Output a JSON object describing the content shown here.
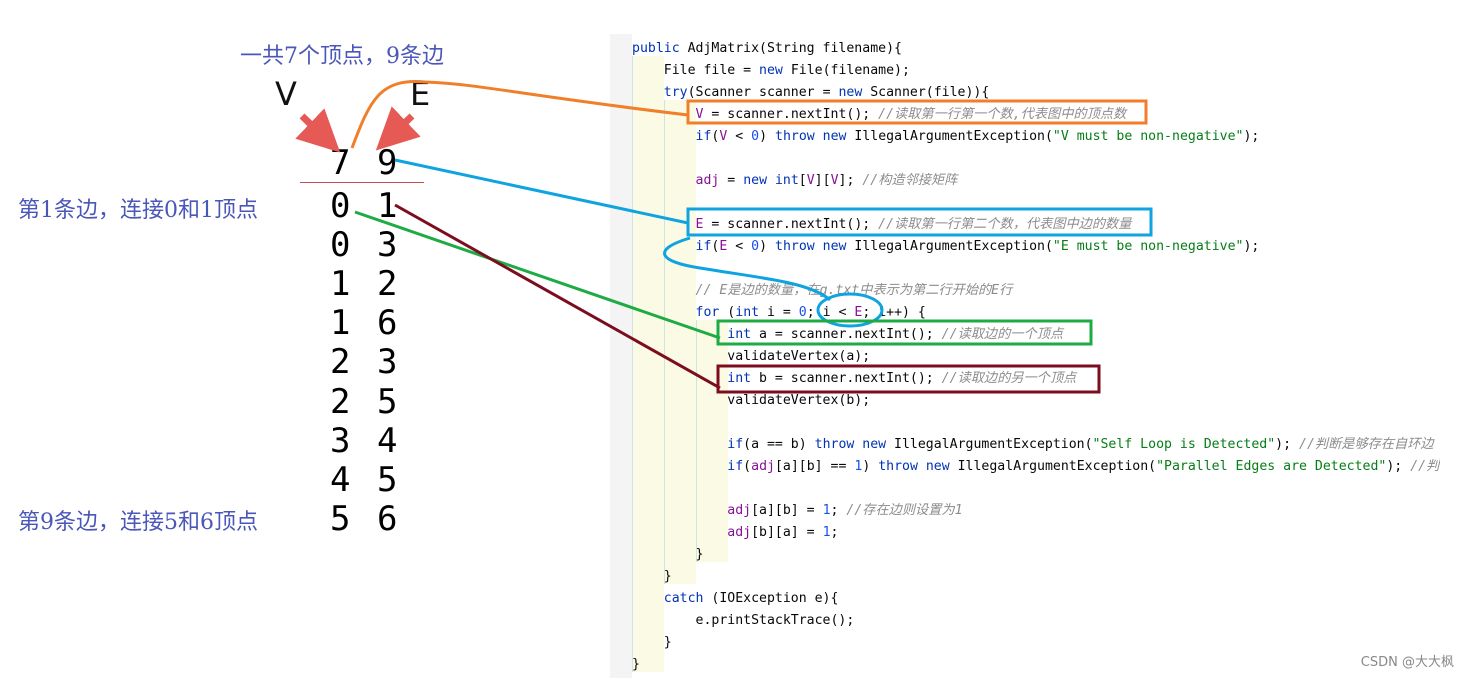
{
  "title": "一共7个顶点，9条边",
  "labels": {
    "v": "V",
    "e": "E"
  },
  "header_pair": "7 9",
  "edge_rows": [
    "0 1",
    "0 3",
    "1 2",
    "1 6",
    "2 3",
    "2 5",
    "3 4",
    "4 5",
    "5 6"
  ],
  "notes": {
    "first_edge": "第1条边，连接0和1顶点",
    "last_edge": "第9条边，连接5和6顶点"
  },
  "code": {
    "l0": "public AdjMatrix(String filename){",
    "l1": "    File file = new File(filename);",
    "l2": "    try(Scanner scanner = new Scanner(file)){",
    "l3_code": "        V = scanner.nextInt(); ",
    "l3_cm": "//读取第一行第一个数,代表图中的顶点数",
    "l4": "        if(V < 0) throw new IllegalArgumentException(\"V must be non-negative\");",
    "l6_code": "        adj = new int[V][V]; ",
    "l6_cm": "//构造邻接矩阵",
    "l8_code": "        E = scanner.nextInt(); ",
    "l8_cm": "//读取第一行第二个数，代表图中边的数量",
    "l9": "        if(E < 0) throw new IllegalArgumentException(\"E must be non-negative\");",
    "l11_cm": "        // E是边的数量，在g.txt中表示为第二行开始的E行",
    "l12": "        for (int i = 0; i < E; i++) {",
    "l13_code": "            int a = scanner.nextInt(); ",
    "l13_cm": "//读取边的一个顶点",
    "l14": "            validateVertex(a);",
    "l15_code": "            int b = scanner.nextInt(); ",
    "l15_cm": "//读取边的另一个顶点",
    "l16": "            validateVertex(b);",
    "l18_code": "            if(a == b) throw new IllegalArgumentException(\"Self Loop is Detected\"); ",
    "l18_cm": "//判断是够存在自环边",
    "l19_code": "            if(adj[a][b] == 1) throw new IllegalArgumentException(\"Parallel Edges are Detected\"); ",
    "l19_cm": "//判断是否存在平行边",
    "l21_code": "            adj[a][b] = 1; ",
    "l21_cm": "//存在边则设置为1",
    "l22": "            adj[b][a] = 1;",
    "l23": "        }",
    "l24": "    }",
    "l25": "    catch (IOException e){",
    "l26": "        e.printStackTrace();",
    "l27": "    }",
    "l28": "}"
  },
  "watermark": "CSDN @大大枫",
  "colors": {
    "orange": "#f07f2a",
    "blue": "#0fa3e0",
    "green": "#1fab44",
    "maroon": "#7b0d1e",
    "arrow_red": "#e55a55"
  }
}
